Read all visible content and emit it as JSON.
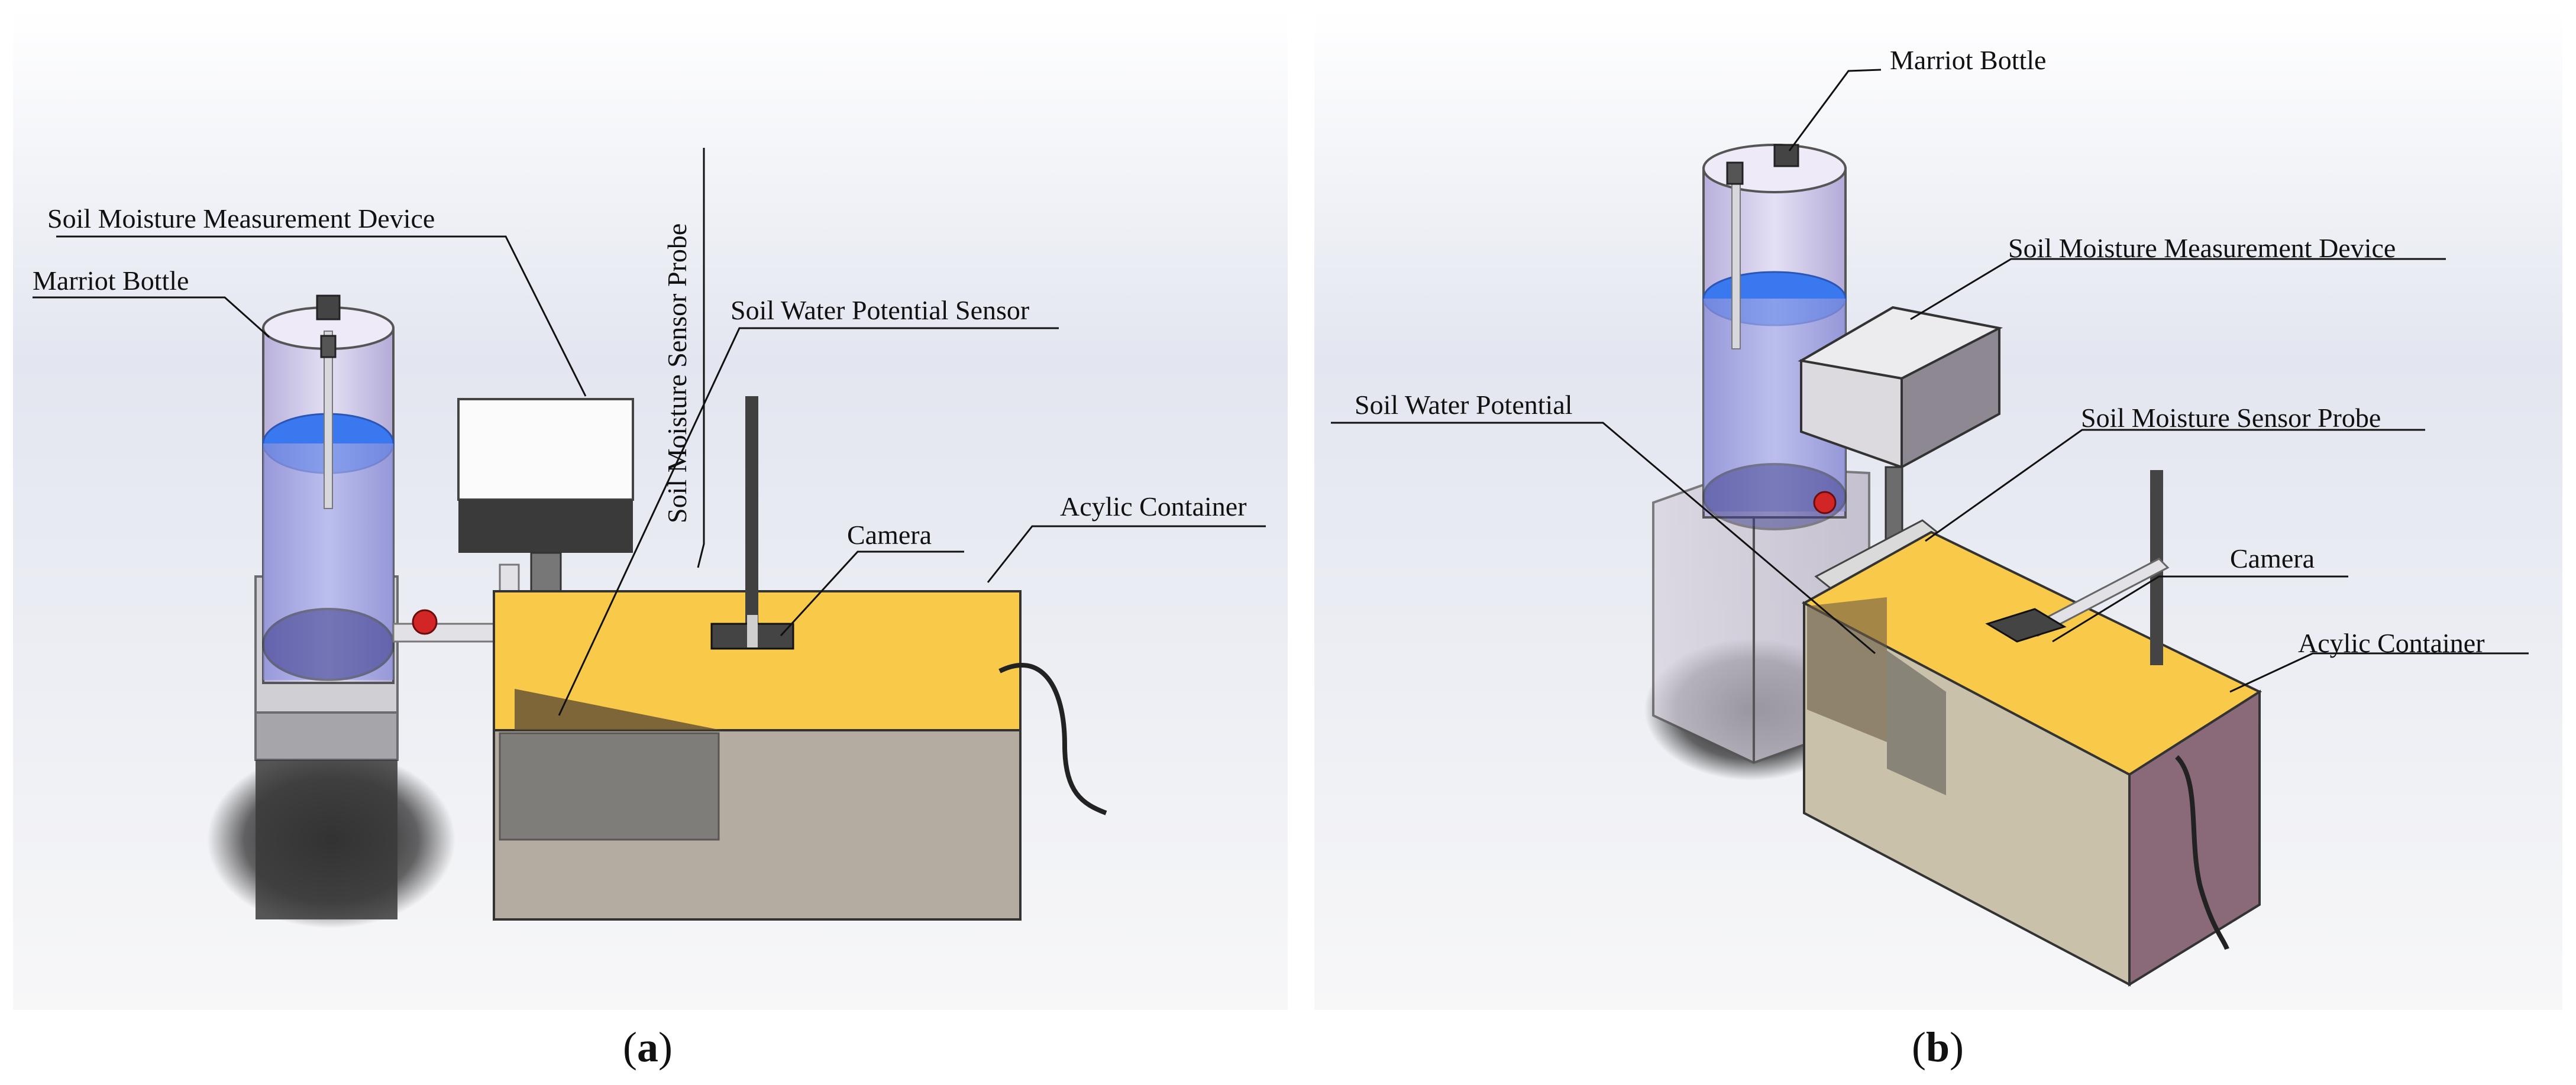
{
  "panel_a": {
    "labels": {
      "soil_moisture_device": "Soil Moisture Measurement Device",
      "marriot_bottle": "Marriot Bottle",
      "soil_moisture_probe": "Soil Moisture Sensor Probe",
      "soil_water_potential_sensor": "Soil Water Potential Sensor",
      "camera": "Camera",
      "acylic_container": "Acylic Container"
    },
    "caption_open": "(",
    "caption_letter": "a",
    "caption_close": ")"
  },
  "panel_b": {
    "labels": {
      "marriot_bottle": "Marriot Bottle",
      "soil_moisture_device": "Soil Moisture Measurement Device",
      "soil_water_potential": "Soil Water Potential",
      "soil_moisture_probe": "Soil Moisture Sensor Probe",
      "camera": "Camera",
      "acylic_container": "Acylic Container"
    },
    "caption_open": "(",
    "caption_letter": "b",
    "caption_close": ")"
  },
  "colors": {
    "soil_surface": "#f9c94a",
    "water": "#3a78f0",
    "glass": "#c9c3e6",
    "container_side": "#b4aca1",
    "device_box": "#3a3a3a"
  }
}
